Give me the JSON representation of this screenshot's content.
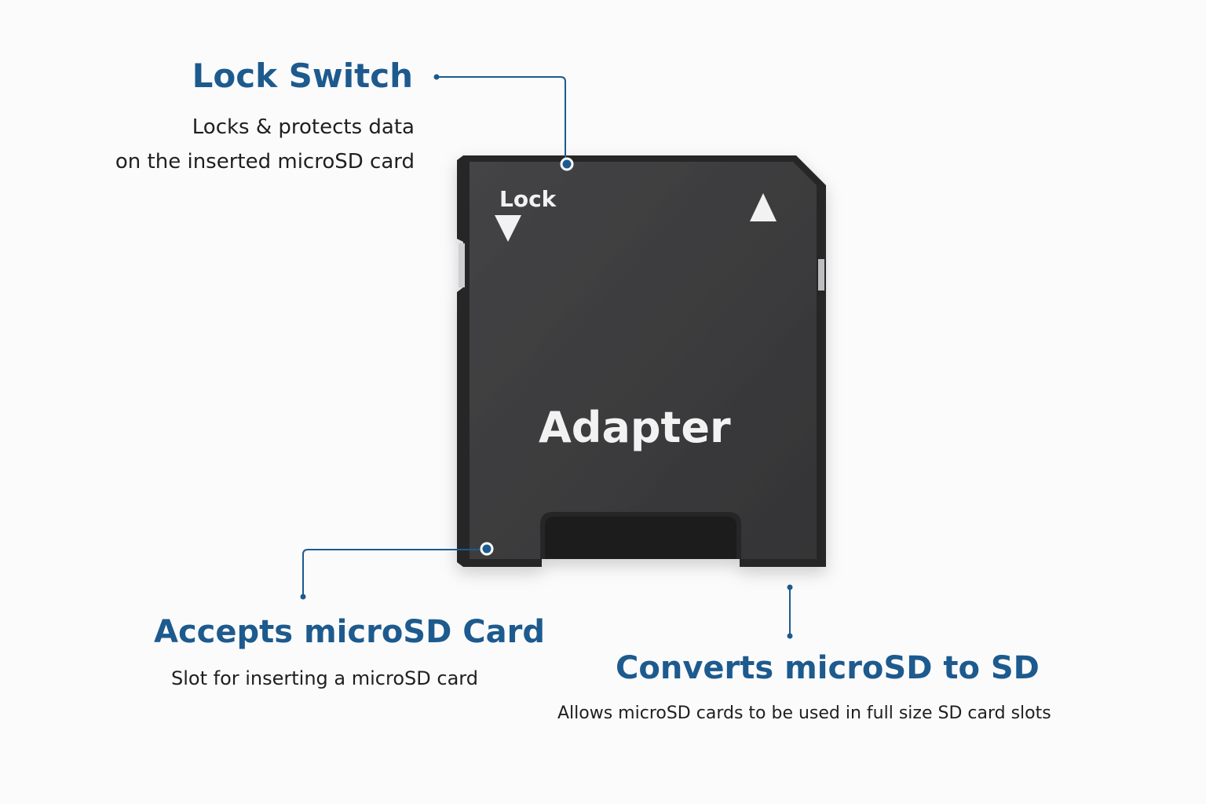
{
  "callouts": {
    "lock": {
      "title": "Lock Switch",
      "desc_line1": "Locks & protects data",
      "desc_line2": "on the inserted microSD card"
    },
    "accept": {
      "title": "Accepts microSD Card",
      "desc": "Slot for inserting a microSD card"
    },
    "convert": {
      "title": "Converts microSD to SD",
      "desc": "Allows microSD cards to be used in full size SD card slots"
    }
  },
  "card": {
    "lock_label": "Lock",
    "brand_label": "Adapter"
  },
  "colors": {
    "accent": "#1d5a8e",
    "card_body": "#3a3a3c",
    "background": "#fbfbfc"
  }
}
